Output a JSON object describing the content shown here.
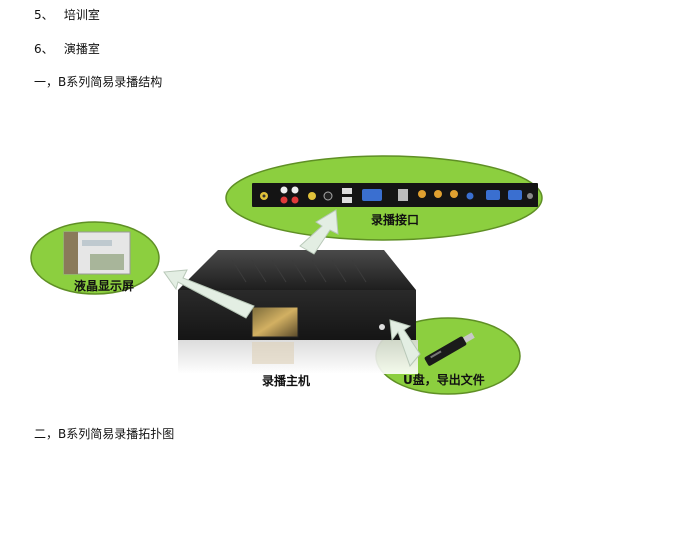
{
  "items": [
    {
      "num": "5、",
      "text": "培训室"
    },
    {
      "num": "6、",
      "text": "演播室"
    }
  ],
  "headings": {
    "h1": "一，B系列简易录播结构",
    "h2": "二，B系列简易录播拓扑图"
  },
  "diagram": {
    "port_label": "录播接口",
    "lcd_label": "液晶显示屏",
    "host_label": "录播主机",
    "usb_label": "U盘，导出文件",
    "colors": {
      "ellipse_fill": "#8ccf3f",
      "ellipse_stroke": "#5f8f25",
      "arrow_fill": "#e8f0e8",
      "box_dark": "#2b2b2b"
    }
  }
}
